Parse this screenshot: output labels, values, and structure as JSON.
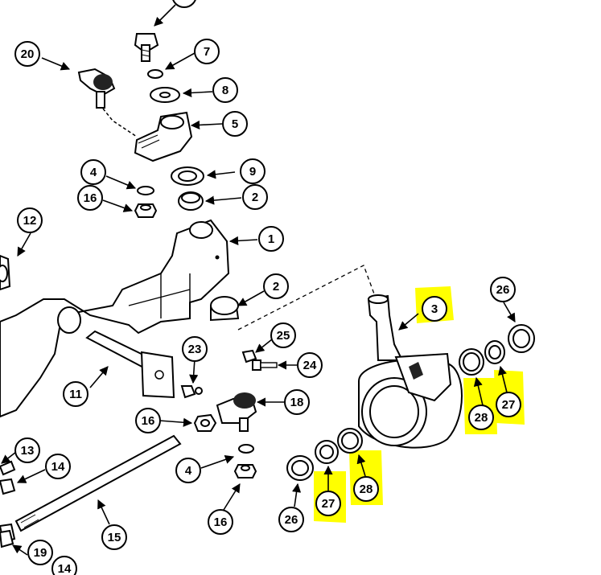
{
  "callouts": [
    {
      "id": "c1",
      "label": "1",
      "highlighted": false
    },
    {
      "id": "c2a",
      "label": "2",
      "highlighted": false
    },
    {
      "id": "c2b",
      "label": "2",
      "highlighted": false
    },
    {
      "id": "c3",
      "label": "3",
      "highlighted": true
    },
    {
      "id": "c4a",
      "label": "4",
      "highlighted": false
    },
    {
      "id": "c4b",
      "label": "4",
      "highlighted": false
    },
    {
      "id": "c5",
      "label": "5",
      "highlighted": false
    },
    {
      "id": "c7",
      "label": "7",
      "highlighted": false
    },
    {
      "id": "c8",
      "label": "8",
      "highlighted": false
    },
    {
      "id": "c9",
      "label": "9",
      "highlighted": false
    },
    {
      "id": "c11",
      "label": "11",
      "highlighted": false
    },
    {
      "id": "c12",
      "label": "12",
      "highlighted": false
    },
    {
      "id": "c13",
      "label": "13",
      "highlighted": false
    },
    {
      "id": "c14a",
      "label": "14",
      "highlighted": false
    },
    {
      "id": "c14b",
      "label": "14",
      "highlighted": false
    },
    {
      "id": "c15",
      "label": "15",
      "highlighted": false
    },
    {
      "id": "c16a",
      "label": "16",
      "highlighted": false
    },
    {
      "id": "c16b",
      "label": "16",
      "highlighted": false
    },
    {
      "id": "c16c",
      "label": "16",
      "highlighted": false
    },
    {
      "id": "c18",
      "label": "18",
      "highlighted": false
    },
    {
      "id": "c19",
      "label": "19",
      "highlighted": false
    },
    {
      "id": "c20",
      "label": "20",
      "highlighted": false
    },
    {
      "id": "c23",
      "label": "23",
      "highlighted": false
    },
    {
      "id": "c24",
      "label": "24",
      "highlighted": false
    },
    {
      "id": "c25",
      "label": "25",
      "highlighted": false
    },
    {
      "id": "c26a",
      "label": "26",
      "highlighted": false
    },
    {
      "id": "c26b",
      "label": "26",
      "highlighted": false
    },
    {
      "id": "c27a",
      "label": "27",
      "highlighted": true
    },
    {
      "id": "c27b",
      "label": "27",
      "highlighted": true
    },
    {
      "id": "c28a",
      "label": "28",
      "highlighted": true
    },
    {
      "id": "c28b",
      "label": "28",
      "highlighted": true
    }
  ],
  "colors": {
    "highlight": "#ffff00",
    "ink": "#000000",
    "background": "#ffffff"
  }
}
